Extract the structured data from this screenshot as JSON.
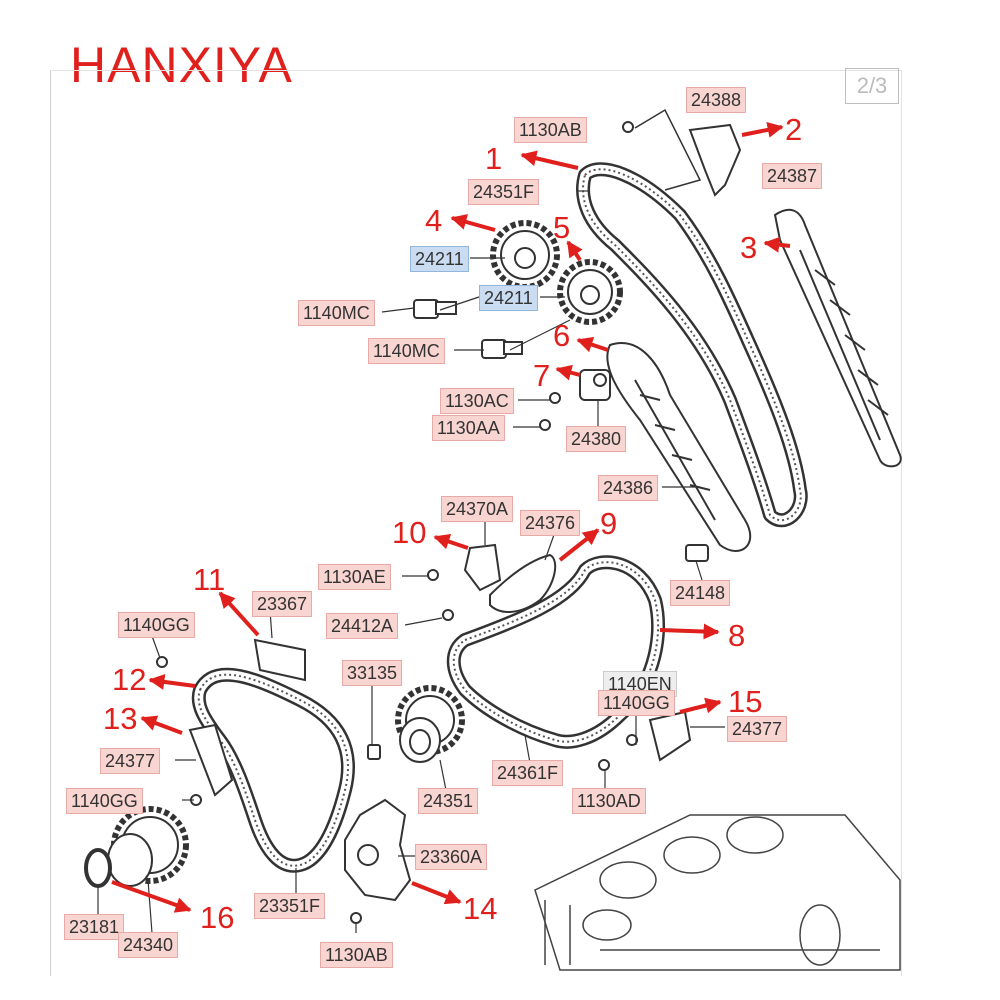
{
  "brand": "HANXIYA",
  "page_tag": "2/3",
  "labels": {
    "l24388": "24388",
    "l1130AB_top": "1130AB",
    "l24351F": "24351F",
    "l24387": "24387",
    "l24211_a": "24211",
    "l24211_b": "24211",
    "l1140MC_a": "1140MC",
    "l1140MC_b": "1140MC",
    "l1130AC": "1130AC",
    "l1130AA": "1130AA",
    "l24380": "24380",
    "l24386": "24386",
    "l24370A": "24370A",
    "l24376": "24376",
    "l1130AE": "1130AE",
    "l24148": "24148",
    "l24412A": "24412A",
    "l23367": "23367",
    "l1140GG_a": "1140GG",
    "l33135": "33135",
    "l1140EN": "1140EN",
    "l1140GG_b": "1140GG",
    "l24377_r": "24377",
    "l24377_l": "24377",
    "l24361F": "24361F",
    "l24351": "24351",
    "l1130AD": "1130AD",
    "l1140GG_c": "1140GG",
    "l23360A": "23360A",
    "l23181": "23181",
    "l24340": "24340",
    "l23351F": "23351F",
    "l1130AB_bot": "1130AB"
  },
  "callouts": {
    "n1": "1",
    "n2": "2",
    "n3": "3",
    "n4": "4",
    "n5": "5",
    "n6": "6",
    "n7": "7",
    "n8": "8",
    "n9": "9",
    "n10": "10",
    "n11": "11",
    "n12": "12",
    "n13": "13",
    "n14": "14",
    "n15": "15",
    "n16": "16"
  },
  "colors": {
    "callout_red": "#e0201c",
    "label_pink": "#f9d5d2",
    "label_blue": "#c9dcf1"
  }
}
